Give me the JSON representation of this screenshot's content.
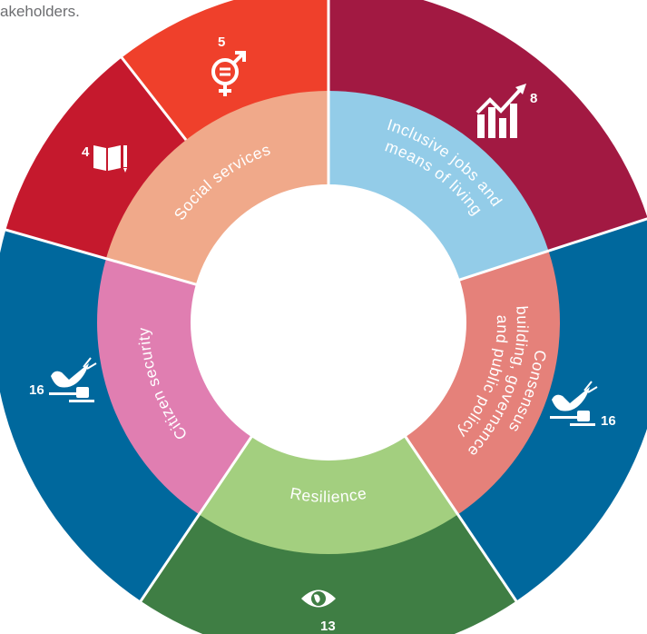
{
  "top_text": "akeholders.",
  "colors": {
    "goal4": "#c5192d",
    "goal5": "#ef402b",
    "goal8": "#a21942",
    "goal13": "#3f7e44",
    "goal16": "#00689d",
    "inner_social": "#f0a98a",
    "inner_jobs": "#93cce8",
    "inner_consensus": "#e5817a",
    "inner_resilience": "#a3cf7f",
    "inner_citizen": "#e07eb1"
  },
  "outer": {
    "goal4": {
      "number": "4",
      "icon": "book-pencil-icon"
    },
    "goal5": {
      "number": "5",
      "icon": "gender-equality-icon"
    },
    "goal8": {
      "number": "8",
      "icon": "growth-chart-icon"
    },
    "goal13": {
      "number": "13",
      "icon": "eye-globe-icon"
    },
    "goal16_left": {
      "number": "16",
      "icon": "dove-gavel-icon"
    },
    "goal16_right": {
      "number": "16",
      "icon": "dove-gavel-icon"
    }
  },
  "inner": {
    "social": {
      "lines": [
        "Social services"
      ]
    },
    "jobs": {
      "lines": [
        "Inclusive jobs and",
        "means of living"
      ]
    },
    "consensus": {
      "lines": [
        "Consensus",
        "building, governance",
        "and public policy"
      ]
    },
    "resilience": {
      "lines": [
        "Resilience"
      ]
    },
    "citizen": {
      "lines": [
        "Citizen security"
      ]
    }
  }
}
